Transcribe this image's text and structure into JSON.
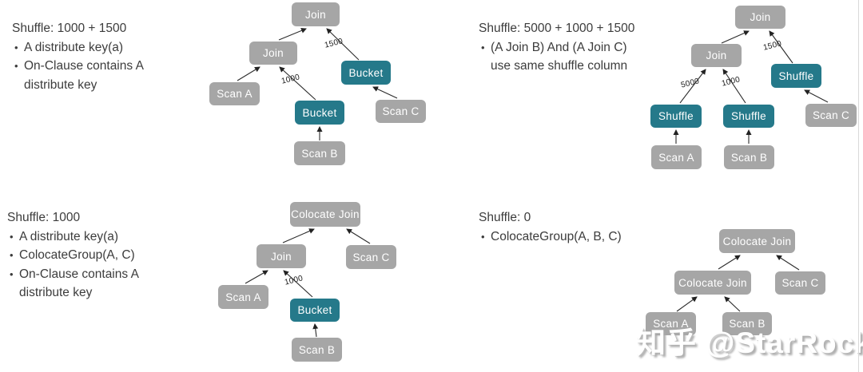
{
  "ui": {
    "bullet": "•"
  },
  "colors": {
    "node_gray": "#a6a6a6",
    "node_teal": "#25798a",
    "text": "#3c3c3c"
  },
  "panels": {
    "top_left": {
      "heading": "Shuffle: 1000 + 1500",
      "line1": "A distribute key(a)",
      "line2": "On-Clause contains A",
      "line3": "distribute key"
    },
    "top_right": {
      "heading": "Shuffle: 5000 + 1000 + 1500",
      "line1": "(A Join B) And (A Join C)",
      "line2": "use same shuffle column"
    },
    "bottom_left": {
      "heading": "Shuffle: 1000",
      "line1": "A distribute key(a)",
      "line2": "ColocateGroup(A, C)",
      "line3": "On-Clause contains A",
      "line4": "distribute key"
    },
    "bottom_right": {
      "heading": "Shuffle: 0",
      "line1": "ColocateGroup(A, B, C)"
    }
  },
  "diagrams": {
    "t1": {
      "root": "Join",
      "join": "Join",
      "bucket_right": "Bucket",
      "bucket_mid": "Bucket",
      "scan_a": "Scan A",
      "scan_b": "Scan B",
      "scan_c": "Scan C",
      "label_1500": "1500",
      "label_1000": "1000"
    },
    "t2": {
      "root": "Join",
      "join": "Join",
      "shuffle_right": "Shuffle",
      "shuffle_a": "Shuffle",
      "shuffle_b": "Shuffle",
      "scan_a": "Scan A",
      "scan_b": "Scan B",
      "scan_c": "Scan C",
      "label_1500": "1500",
      "label_5000": "5000",
      "label_1000": "1000"
    },
    "t3": {
      "root": "Colocate Join",
      "join": "Join",
      "bucket": "Bucket",
      "scan_a": "Scan A",
      "scan_b": "Scan B",
      "scan_c": "Scan C",
      "label_1000": "1000"
    },
    "t4": {
      "root": "Colocate Join",
      "colocate_left": "Colocate Join",
      "scan_a": "Scan A",
      "scan_b": "Scan B",
      "scan_c": "Scan C"
    }
  },
  "watermark": {
    "text": "知乎 @StarRocks"
  }
}
